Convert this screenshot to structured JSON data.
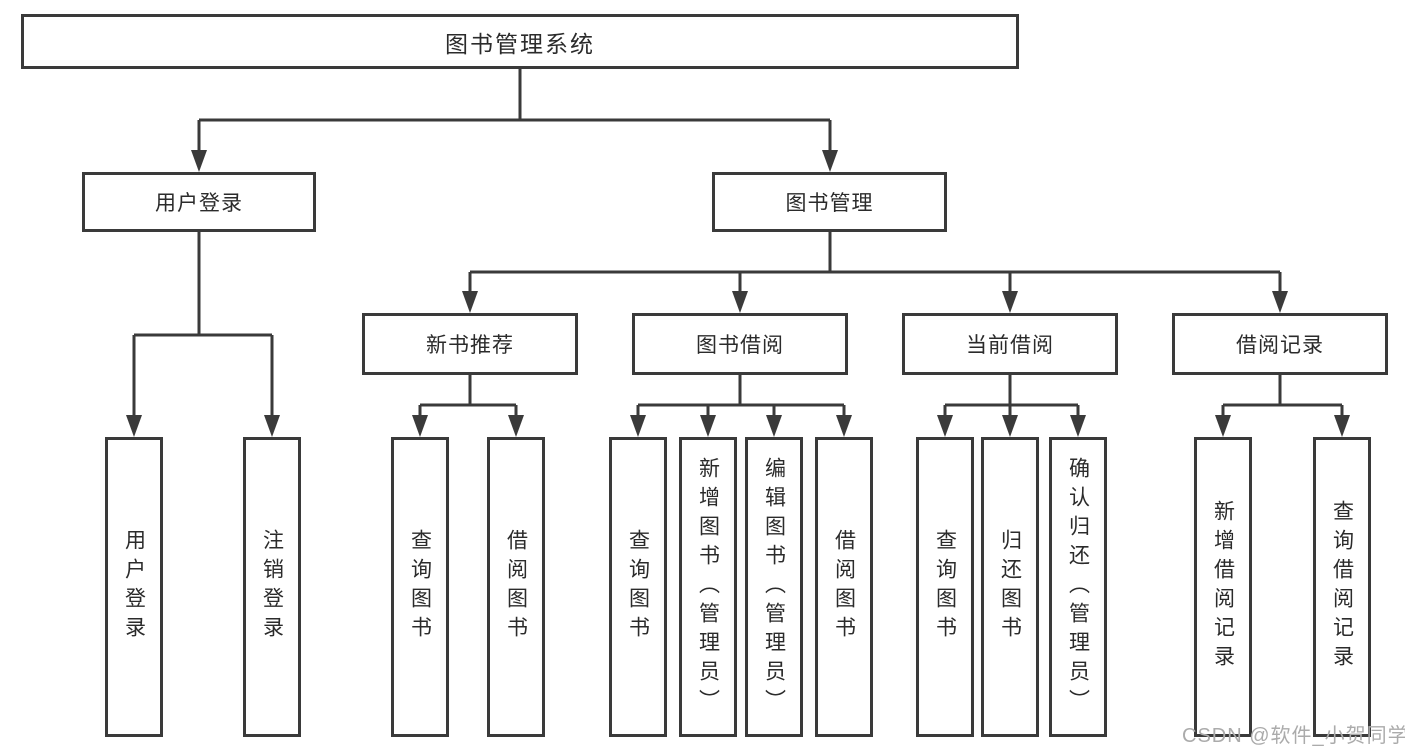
{
  "diagram_title": "图书管理系统",
  "colors": {
    "line": "#3a3a3a",
    "box_fill": "#ffffff",
    "text": "#2b2b2b",
    "watermark": "#ababab"
  },
  "tree": {
    "label": "图书管理系统",
    "children": [
      {
        "label": "用户登录",
        "children": [
          {
            "label": "用户登录"
          },
          {
            "label": "注销登录"
          }
        ]
      },
      {
        "label": "图书管理",
        "children": [
          {
            "label": "新书推荐",
            "children": [
              {
                "label": "查询图书"
              },
              {
                "label": "借阅图书"
              }
            ]
          },
          {
            "label": "图书借阅",
            "children": [
              {
                "label": "查询图书"
              },
              {
                "label": "新增图书（管理员）"
              },
              {
                "label": "编辑图书（管理员）"
              },
              {
                "label": "借阅图书"
              }
            ]
          },
          {
            "label": "当前借阅",
            "children": [
              {
                "label": "查询图书"
              },
              {
                "label": "归还图书"
              },
              {
                "label": "确认归还（管理员）"
              }
            ]
          },
          {
            "label": "借阅记录",
            "children": [
              {
                "label": "新增借阅记录"
              },
              {
                "label": "查询借阅记录"
              }
            ]
          }
        ]
      }
    ]
  },
  "watermark": {
    "text": "CSDN @软件_小贺同学"
  }
}
